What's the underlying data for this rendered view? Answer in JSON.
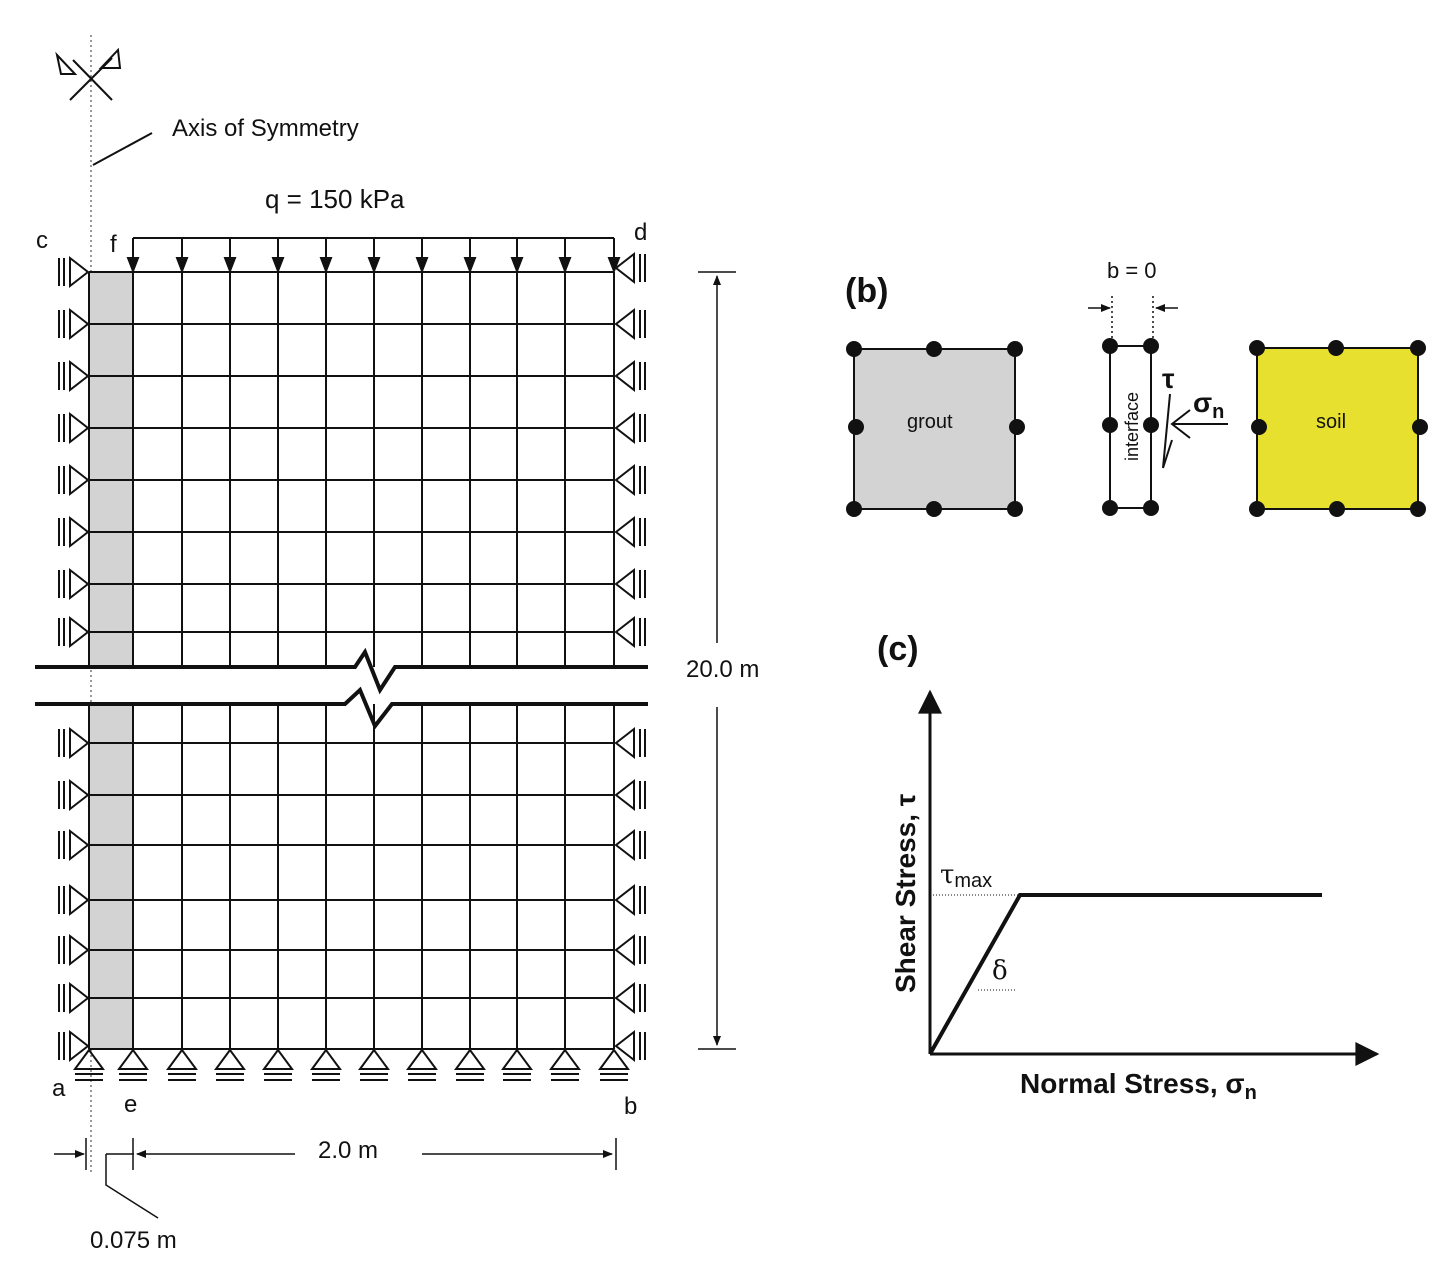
{
  "panel_a": {
    "axis_label": "Axis of Symmetry",
    "load_label": "q = 150 kPa",
    "corner_c": "c",
    "corner_f": "f",
    "corner_d": "d",
    "corner_a": "a",
    "corner_e": "e",
    "corner_b": "b",
    "height_label": "20.0 m",
    "width_label": "2.0 m",
    "grout_width_label": "0.075 m"
  },
  "panel_b": {
    "tag": "(b)",
    "gap_label": "b = 0",
    "grout_label": "grout",
    "interface_label": "interface",
    "tau_label": "τ",
    "sigma_label": "σ",
    "sigma_sub": "n",
    "soil_label": "soil",
    "grout_color": "#d3d3d3",
    "soil_color": "#e8e02e"
  },
  "panel_c": {
    "tag": "(c)",
    "y_axis_label": "Shear Stress, τ",
    "x_axis_label": "Normal Stress, σ",
    "x_axis_sub": "n",
    "tau_max": "τ",
    "tau_max_sub": "max",
    "delta_label": "δ"
  }
}
